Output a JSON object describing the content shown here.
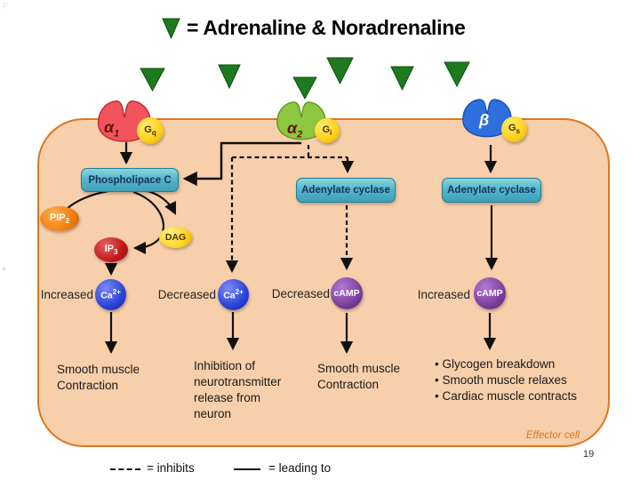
{
  "title": {
    "text": "= Adrenaline & Noradrenaline"
  },
  "triangle_meaning": "Adrenaline & Noradrenaline",
  "receptors": {
    "alpha1": {
      "name": "α",
      "sub": "1",
      "g": "G",
      "gsub": "q"
    },
    "alpha2": {
      "name": "α",
      "sub": "2",
      "g": "G",
      "gsub": "i"
    },
    "beta": {
      "name": "β",
      "sub": "",
      "g": "G",
      "gsub": "s"
    }
  },
  "enzymes": {
    "plc": "Phospholipace C",
    "ac_left": "Adenylate cyclase",
    "ac_right": "Adenylate cyclase"
  },
  "messengers": {
    "pip2": {
      "base": "PIP",
      "sub": "2"
    },
    "dag": "DAG",
    "ip3": {
      "base": "IP",
      "sub": "3"
    },
    "ca_left": {
      "base": "Ca",
      "sup": "2+"
    },
    "ca_mid": {
      "base": "Ca",
      "sup": "2+"
    },
    "camp_left": "cAMP",
    "camp_right": "cAMP"
  },
  "levels": {
    "ca_left": "Increased",
    "ca_mid": "Decreased",
    "camp_left": "Decreased",
    "camp_right": "Increased"
  },
  "outcomes": {
    "alpha1": "Smooth muscle\nContraction",
    "alpha2_ca": "Inhibition of\nneurotransmitter\nrelease from\nneuron",
    "alpha2_camp": "Smooth muscle\nContraction",
    "beta": "• Glycogen breakdown\n• Smooth muscle relaxes\n• Cardiac muscle contracts"
  },
  "cell_label": "Effector cell",
  "legend": {
    "inhibits": "= inhibits",
    "leading_to": "= leading to"
  },
  "page_number": "19",
  "stray_marks": {
    "mark1": "F",
    "mark2": "▸"
  },
  "colors": {
    "cell_fill": "#F7CFAB",
    "cell_border": "#DC7621",
    "enzyme_text": "#17325E",
    "receptor_alpha1": "#F2545B",
    "receptor_alpha2": "#8DC63F",
    "receptor_beta": "#2E6FDE",
    "g_protein": "#FFD21F",
    "pip2": "#F08010",
    "dag": "#FFD21F",
    "ip3": "#C0191C",
    "calcium": "#2A43D8",
    "camp": "#7D3F9E",
    "triangle": "#1E7A1E"
  }
}
